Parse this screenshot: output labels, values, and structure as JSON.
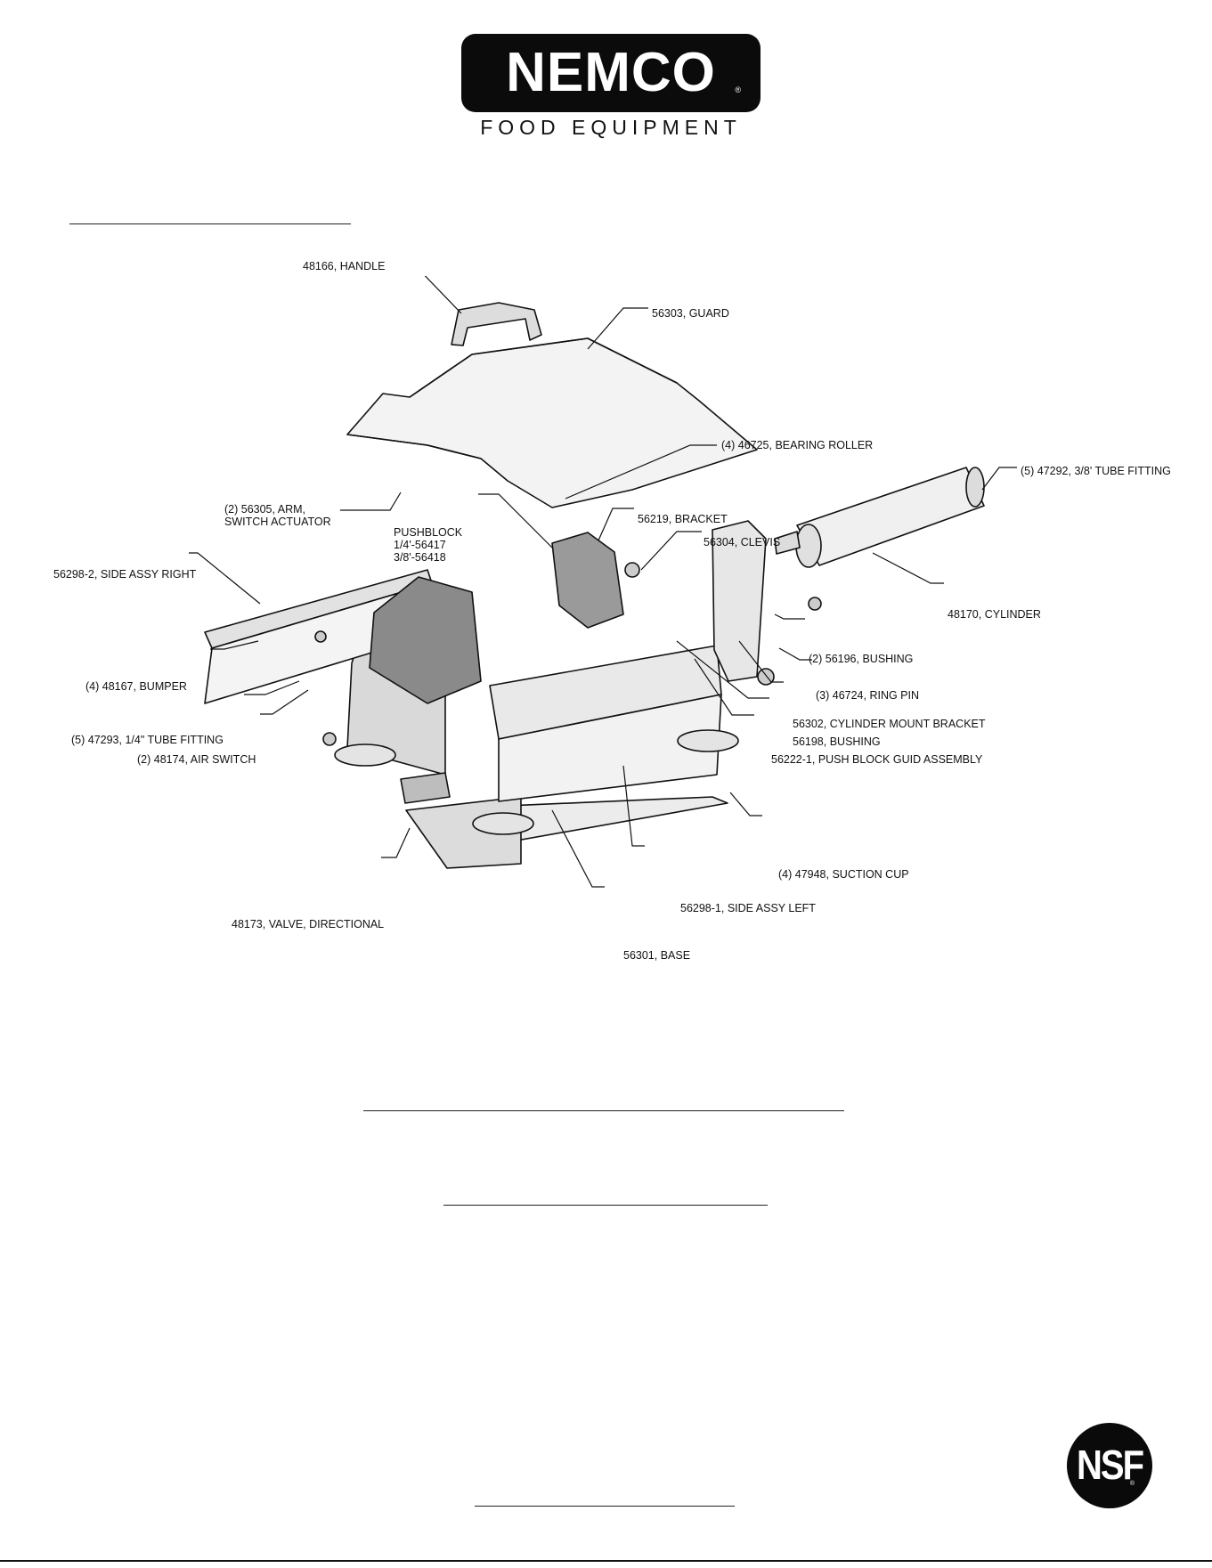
{
  "brand": {
    "logo_word": "NEMCO",
    "logo_reg": "®",
    "subtitle": "FOOD EQUIPMENT"
  },
  "callouts": {
    "handle": "48166, HANDLE",
    "guard": "56303, GUARD",
    "bearing_roller": "(4) 46725, BEARING ROLLER",
    "tube_fitting_38": "(5) 47292, 3/8' TUBE FITTING",
    "arm": "(2) 56305, ARM,\nSWITCH ACTUATOR",
    "pushblock": "PUSHBLOCK\n1/4'-56417\n3/8'-56418",
    "bracket": "56219, BRACKET",
    "clevis": "56304, CLEVIS",
    "side_right": "56298-2, SIDE ASSY RIGHT",
    "cylinder": "48170, CYLINDER",
    "bushing_56196": "(2) 56196, BUSHING",
    "bumper": "(4) 48167, BUMPER",
    "ring_pin": "(3) 46724, RING PIN",
    "cyl_mount": "56302, CYLINDER MOUNT BRACKET",
    "tube_fitting_14": "(5) 47293, 1/4\" TUBE FITTING",
    "bushing_56198": "56198, BUSHING",
    "air_switch": "(2) 48174, AIR SWITCH",
    "push_block_guide": "56222-1, PUSH BLOCK GUID ASSEMBLY",
    "suction_cup": "(4) 47948, SUCTION CUP",
    "valve": "48173, VALVE, DIRECTIONAL",
    "side_left": "56298-1, SIDE ASSY LEFT",
    "base": "56301, BASE"
  },
  "nsf": {
    "mark": "NSF",
    "reg": "®"
  },
  "colors": {
    "ink": "#111111",
    "logo_bg": "#0b0b0b",
    "part_fill": "#e6e6e6",
    "part_dark": "#555555"
  }
}
